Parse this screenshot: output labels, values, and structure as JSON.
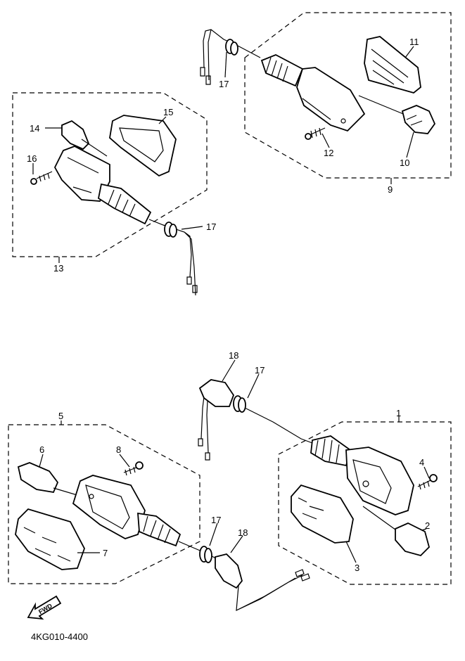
{
  "figure": {
    "code": "4KG010-4400",
    "fwd_label": "FWD"
  },
  "callouts": [
    {
      "id": "c1",
      "label": "1"
    },
    {
      "id": "c2",
      "label": "2"
    },
    {
      "id": "c3",
      "label": "3"
    },
    {
      "id": "c4",
      "label": "4"
    },
    {
      "id": "c5",
      "label": "5"
    },
    {
      "id": "c6",
      "label": "6"
    },
    {
      "id": "c7",
      "label": "7"
    },
    {
      "id": "c8",
      "label": "8"
    },
    {
      "id": "c9",
      "label": "9"
    },
    {
      "id": "c10",
      "label": "10"
    },
    {
      "id": "c11",
      "label": "11"
    },
    {
      "id": "c12",
      "label": "12"
    },
    {
      "id": "c13",
      "label": "13"
    },
    {
      "id": "c14",
      "label": "14"
    },
    {
      "id": "c15",
      "label": "15"
    },
    {
      "id": "c16",
      "label": "16"
    },
    {
      "id": "c17a",
      "label": "17"
    },
    {
      "id": "c17b",
      "label": "17"
    },
    {
      "id": "c17c",
      "label": "17"
    },
    {
      "id": "c17d",
      "label": "17"
    },
    {
      "id": "c18a",
      "label": "18"
    },
    {
      "id": "c18b",
      "label": "18"
    }
  ]
}
